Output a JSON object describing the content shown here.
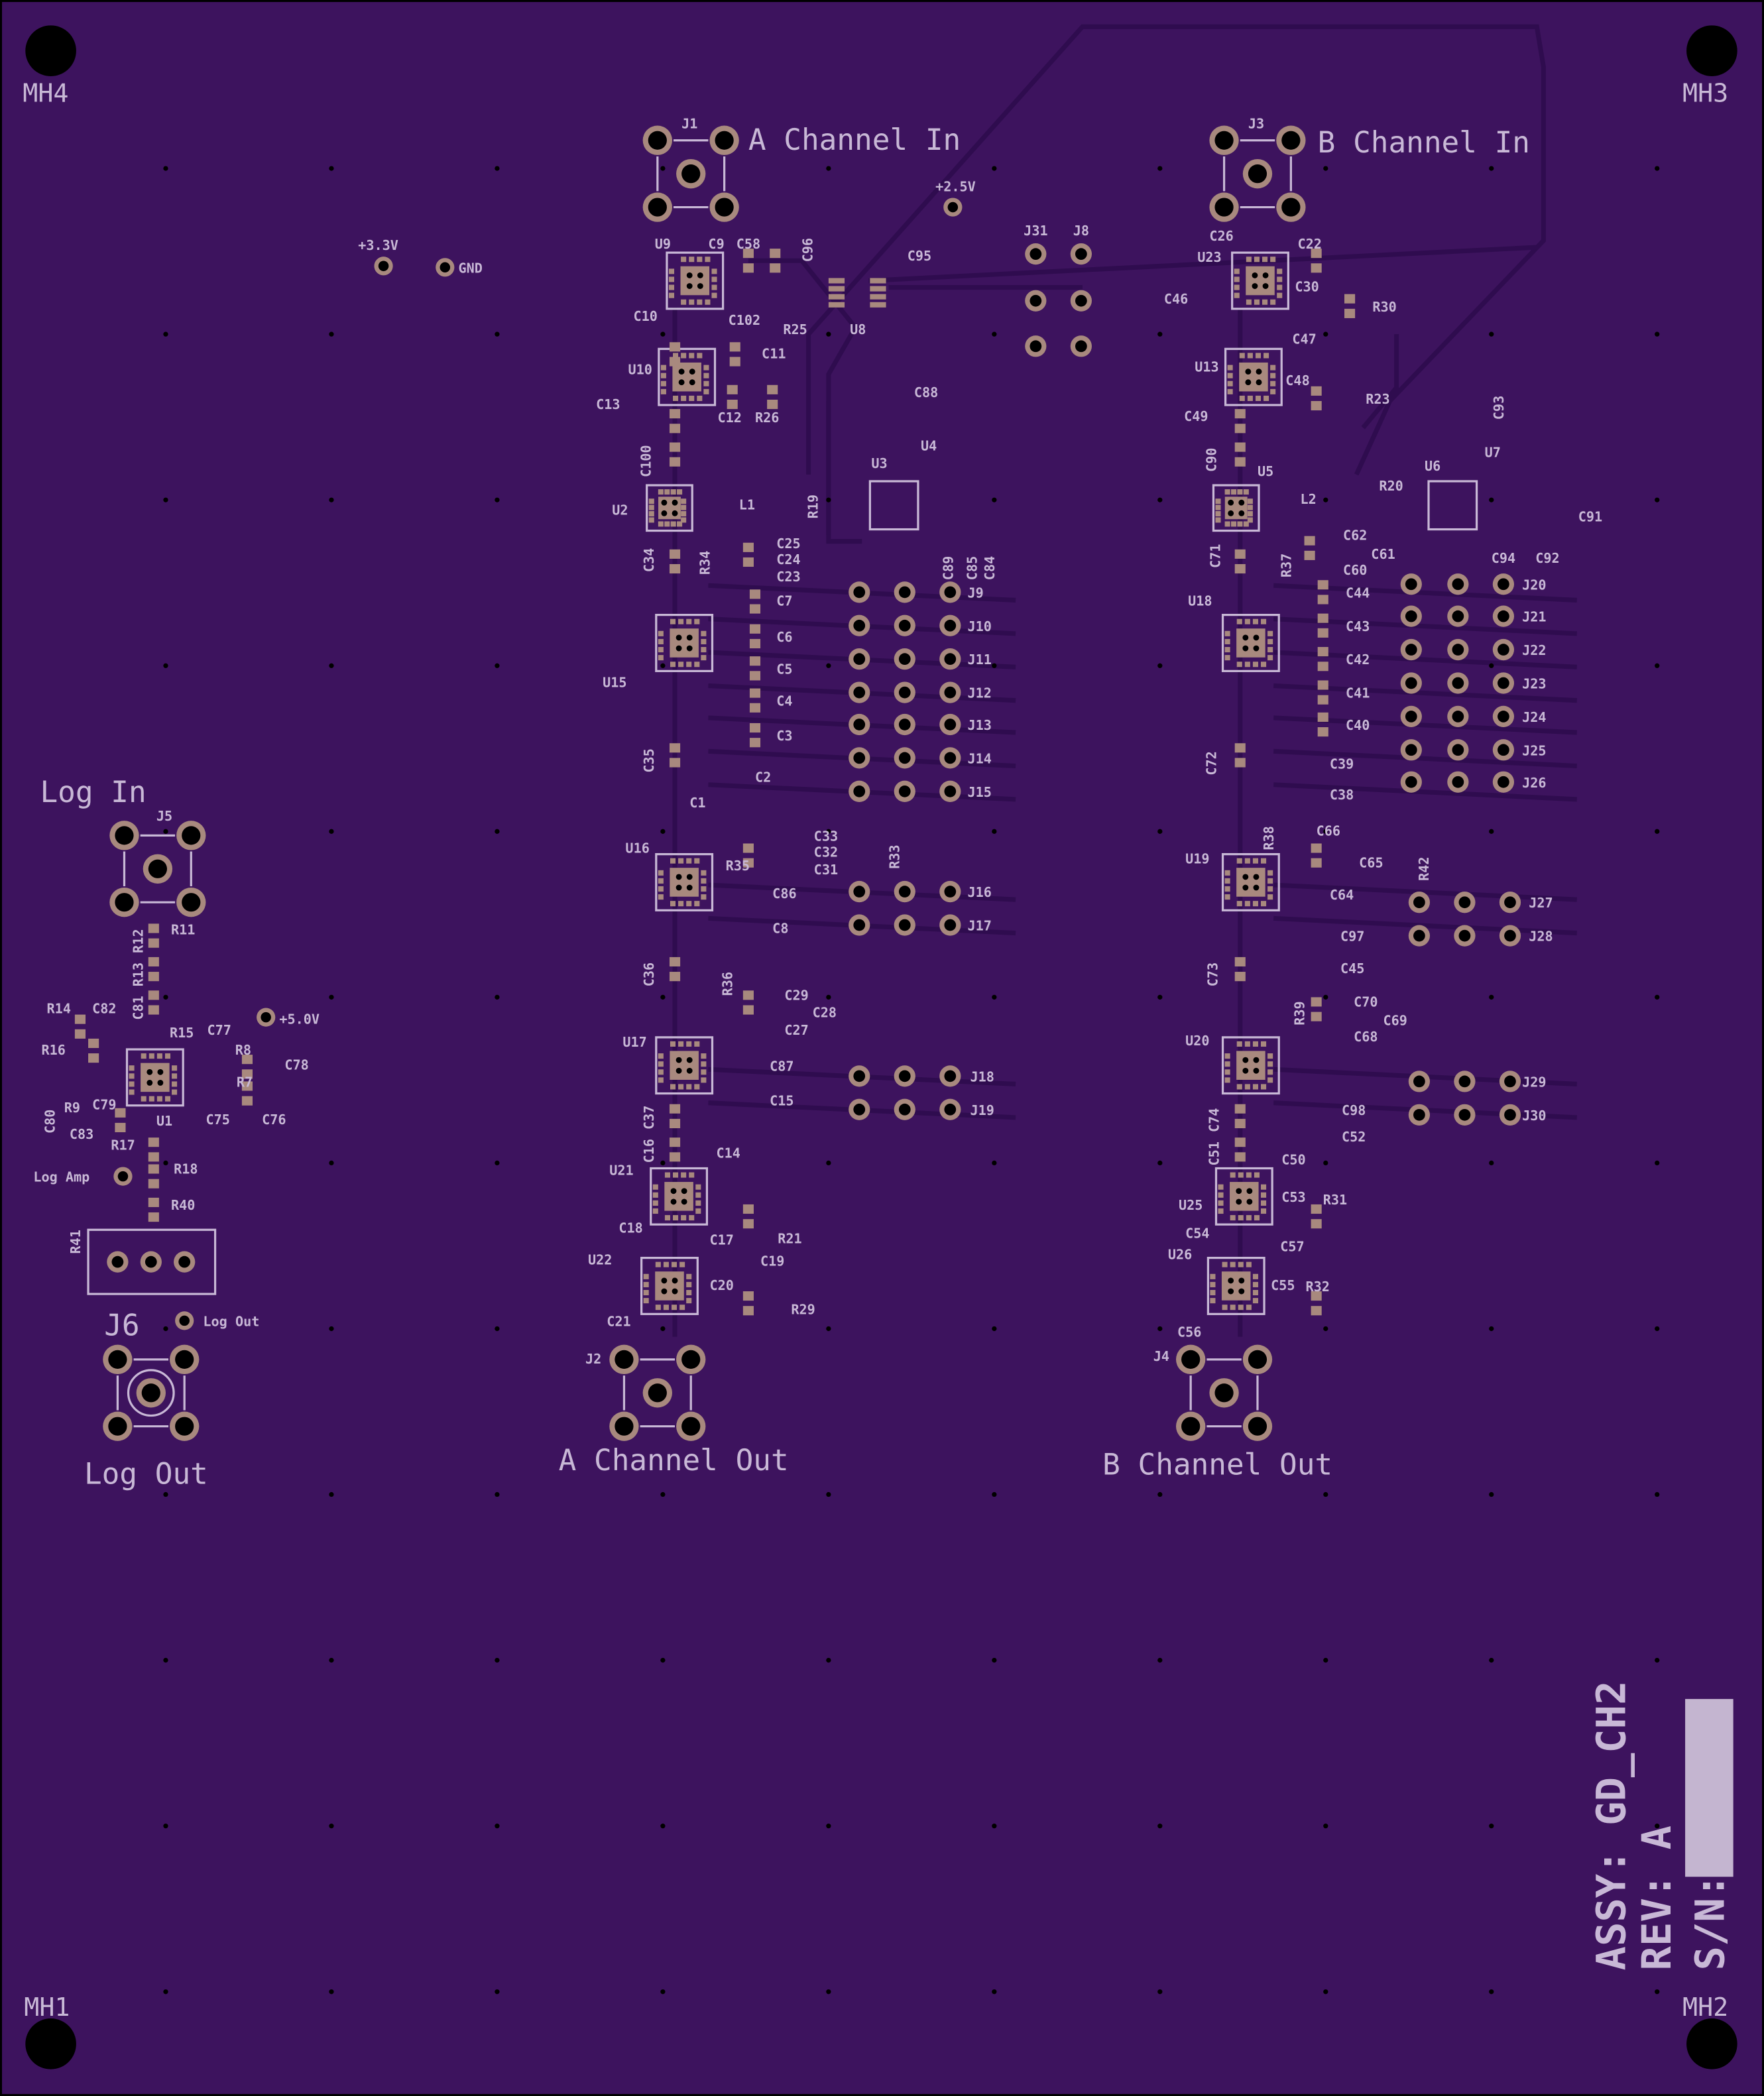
{
  "board": {
    "colors": {
      "soldermask": "#3d135e",
      "silkscreen": "#c8b8d6",
      "copper": "#a8897e",
      "trace": "#2f0c4f",
      "drill": "#000000"
    },
    "mounting_holes": [
      "MH4",
      "MH3",
      "MH1",
      "MH2"
    ],
    "titles": {
      "a_in": "A Channel In",
      "b_in": "B Channel In",
      "a_out": "A Channel Out",
      "b_out": "B Channel Out",
      "log_in": "Log In",
      "log_out": "Log Out",
      "j6": "J6"
    },
    "testpoints": {
      "v25": "+2.5V",
      "v33": "+3.3V",
      "gnd": "GND",
      "v50": "+5.0V",
      "log_amp": "Log Amp",
      "log_out_small": "Log Out"
    },
    "assembly": {
      "assy": "ASSY: GD_CH2",
      "rev": "REV: A",
      "sn": "S/N:"
    },
    "refdes": [
      "J1",
      "U9",
      "C9",
      "C58",
      "C96",
      "C95",
      "U8",
      "C10",
      "C102",
      "R25",
      "U10",
      "C11",
      "C13",
      "C12",
      "R26",
      "C88",
      "U4",
      "U3",
      "C100",
      "U2",
      "L1",
      "R19",
      "C89",
      "C85",
      "C84",
      "C34",
      "R34",
      "C25",
      "C24",
      "C23",
      "C7",
      "C6",
      "C5",
      "C4",
      "C3",
      "C2",
      "C1",
      "U15",
      "C35",
      "U16",
      "R35",
      "C33",
      "C32",
      "C31",
      "R33",
      "C86",
      "C8",
      "C36",
      "R36",
      "C29",
      "C28",
      "C27",
      "U17",
      "C87",
      "C15",
      "C37",
      "C16",
      "C14",
      "U21",
      "C18",
      "C17",
      "R21",
      "C19",
      "U22",
      "C20",
      "R29",
      "C21",
      "J2",
      "J9",
      "J10",
      "J11",
      "J12",
      "J13",
      "J14",
      "J15",
      "J16",
      "J17",
      "J18",
      "J19",
      "J31",
      "J8",
      "J3",
      "C26",
      "C22",
      "U23",
      "C46",
      "C30",
      "R30",
      "C47",
      "U13",
      "C48",
      "R23",
      "C49",
      "C90",
      "U5",
      "C93",
      "U6",
      "U7",
      "R20",
      "L2",
      "C91",
      "C94",
      "C92",
      "C71",
      "R37",
      "C62",
      "C61",
      "C60",
      "C44",
      "C43",
      "C42",
      "C41",
      "C40",
      "C39",
      "C38",
      "U18",
      "C72",
      "J20",
      "J21",
      "J22",
      "J23",
      "J24",
      "J25",
      "J26",
      "R38",
      "C66",
      "C65",
      "C64",
      "R42",
      "U19",
      "J27",
      "J28",
      "C97",
      "C45",
      "C73",
      "R39",
      "C70",
      "C69",
      "C68",
      "U20",
      "J29",
      "J30",
      "C98",
      "C52",
      "C74",
      "C51",
      "C50",
      "C53",
      "R31",
      "U25",
      "C54",
      "C57",
      "U26",
      "C55",
      "R32",
      "C56",
      "J4",
      "J5",
      "R11",
      "R12",
      "R13",
      "C81",
      "R14",
      "C82",
      "R15",
      "C77",
      "R16",
      "R8",
      "R7",
      "C78",
      "R9",
      "C79",
      "C80",
      "C83",
      "U1",
      "C75",
      "C76",
      "R17",
      "R18",
      "R40",
      "R41"
    ]
  }
}
